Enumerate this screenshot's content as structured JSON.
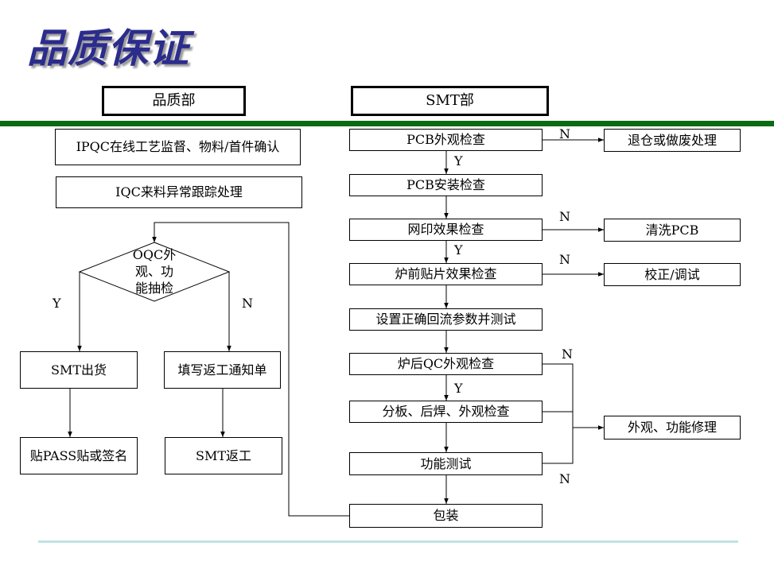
{
  "title": "品质保证",
  "headers": {
    "quality_dept": "品质部",
    "smt_dept": "SMT部"
  },
  "left": {
    "ipqc": "IPQC在线工艺监督、物料/首件确认",
    "iqc": "IQC来料异常跟踪处理",
    "oqc_line1": "OQC外",
    "oqc_line2": "观、功",
    "oqc_line3": "能抽检",
    "yes_label": "Y",
    "no_label": "N",
    "smt_ship": "SMT出货",
    "fill_rework": "填写返工通知单",
    "pass_sign": "贴PASS贴或签名",
    "smt_rework": "SMT返工"
  },
  "right": {
    "steps": [
      "PCB外观检查",
      "PCB安装检查",
      "网印效果检查",
      "炉前贴片效果检查",
      "设置正确回流参数并测试",
      "炉后QC外观检查",
      "分板、后焊、外观检查",
      "功能测试",
      "包装"
    ],
    "outcomes": {
      "return_scrap": "退仓或做废处理",
      "clean_pcb": "清洗PCB",
      "calibrate": "校正/调试",
      "repair": "外观、功能修理"
    },
    "labels": {
      "n1": "N",
      "y1": "Y",
      "n2": "N",
      "y2": "Y",
      "n3": "N",
      "n4": "N",
      "y3": "Y",
      "n5": "N"
    }
  }
}
